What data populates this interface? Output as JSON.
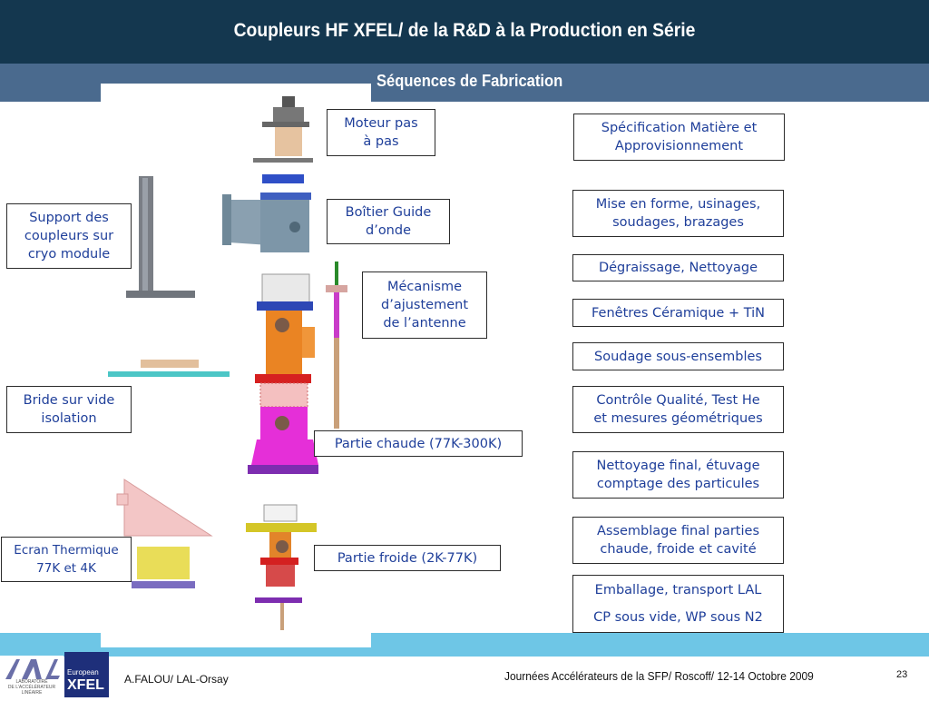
{
  "header": {
    "title": "Coupleurs HF XFEL/ de la R&D à la Production en Série",
    "subtitle": "Séquences de Fabrication"
  },
  "parts": {
    "moteur": [
      "Moteur pas",
      "à pas"
    ],
    "boitier": [
      "Boîtier Guide",
      "d’onde"
    ],
    "mecanisme": [
      "Mécanisme",
      "d’ajustement",
      "de l’antenne"
    ],
    "support": [
      "Support des",
      "coupleurs sur",
      "cryo module"
    ],
    "bride": [
      "Bride sur vide",
      "isolation"
    ],
    "chaude": "Partie chaude (77K-300K)",
    "froide": "Partie froide (2K-77K)",
    "ecran": [
      "Ecran Thermique",
      "77K et 4K"
    ]
  },
  "steps": {
    "s1": [
      "Spécification Matière et",
      "Approvisionnement"
    ],
    "s2": [
      "Mise en forme, usinages,",
      "soudages, brazages"
    ],
    "s3": "Dégraissage, Nettoyage",
    "s4": "Fenêtres Céramique + TiN",
    "s5": "Soudage sous-ensembles",
    "s6": [
      "Contrôle Qualité, Test He",
      "et mesures géométriques"
    ],
    "s7": [
      "Nettoyage final, étuvage",
      "comptage des particules"
    ],
    "s8": [
      "Assemblage final parties",
      "chaude, froide et cavité"
    ],
    "s9": [
      "Emballage, transport LAL",
      "CP sous vide, WP sous N2"
    ]
  },
  "footer": {
    "author": "A.FALOU/ LAL-Orsay",
    "event": "Journées Accélérateurs de la SFP/  Roscoff/ 12-14 Octobre 2009",
    "page": "23",
    "logo_lal": [
      "LAL",
      "LABORATOIRE",
      "DE L'ACCÉLÉRATEUR",
      "LINÉAIRE"
    ],
    "logo_xfel": [
      "European",
      "XFEL"
    ]
  },
  "colors": {
    "title_bg": "#14374f",
    "subtitle_bg": "#4a6a8e",
    "band": "#6ec6e6",
    "box_text": "#1f3f9a"
  }
}
